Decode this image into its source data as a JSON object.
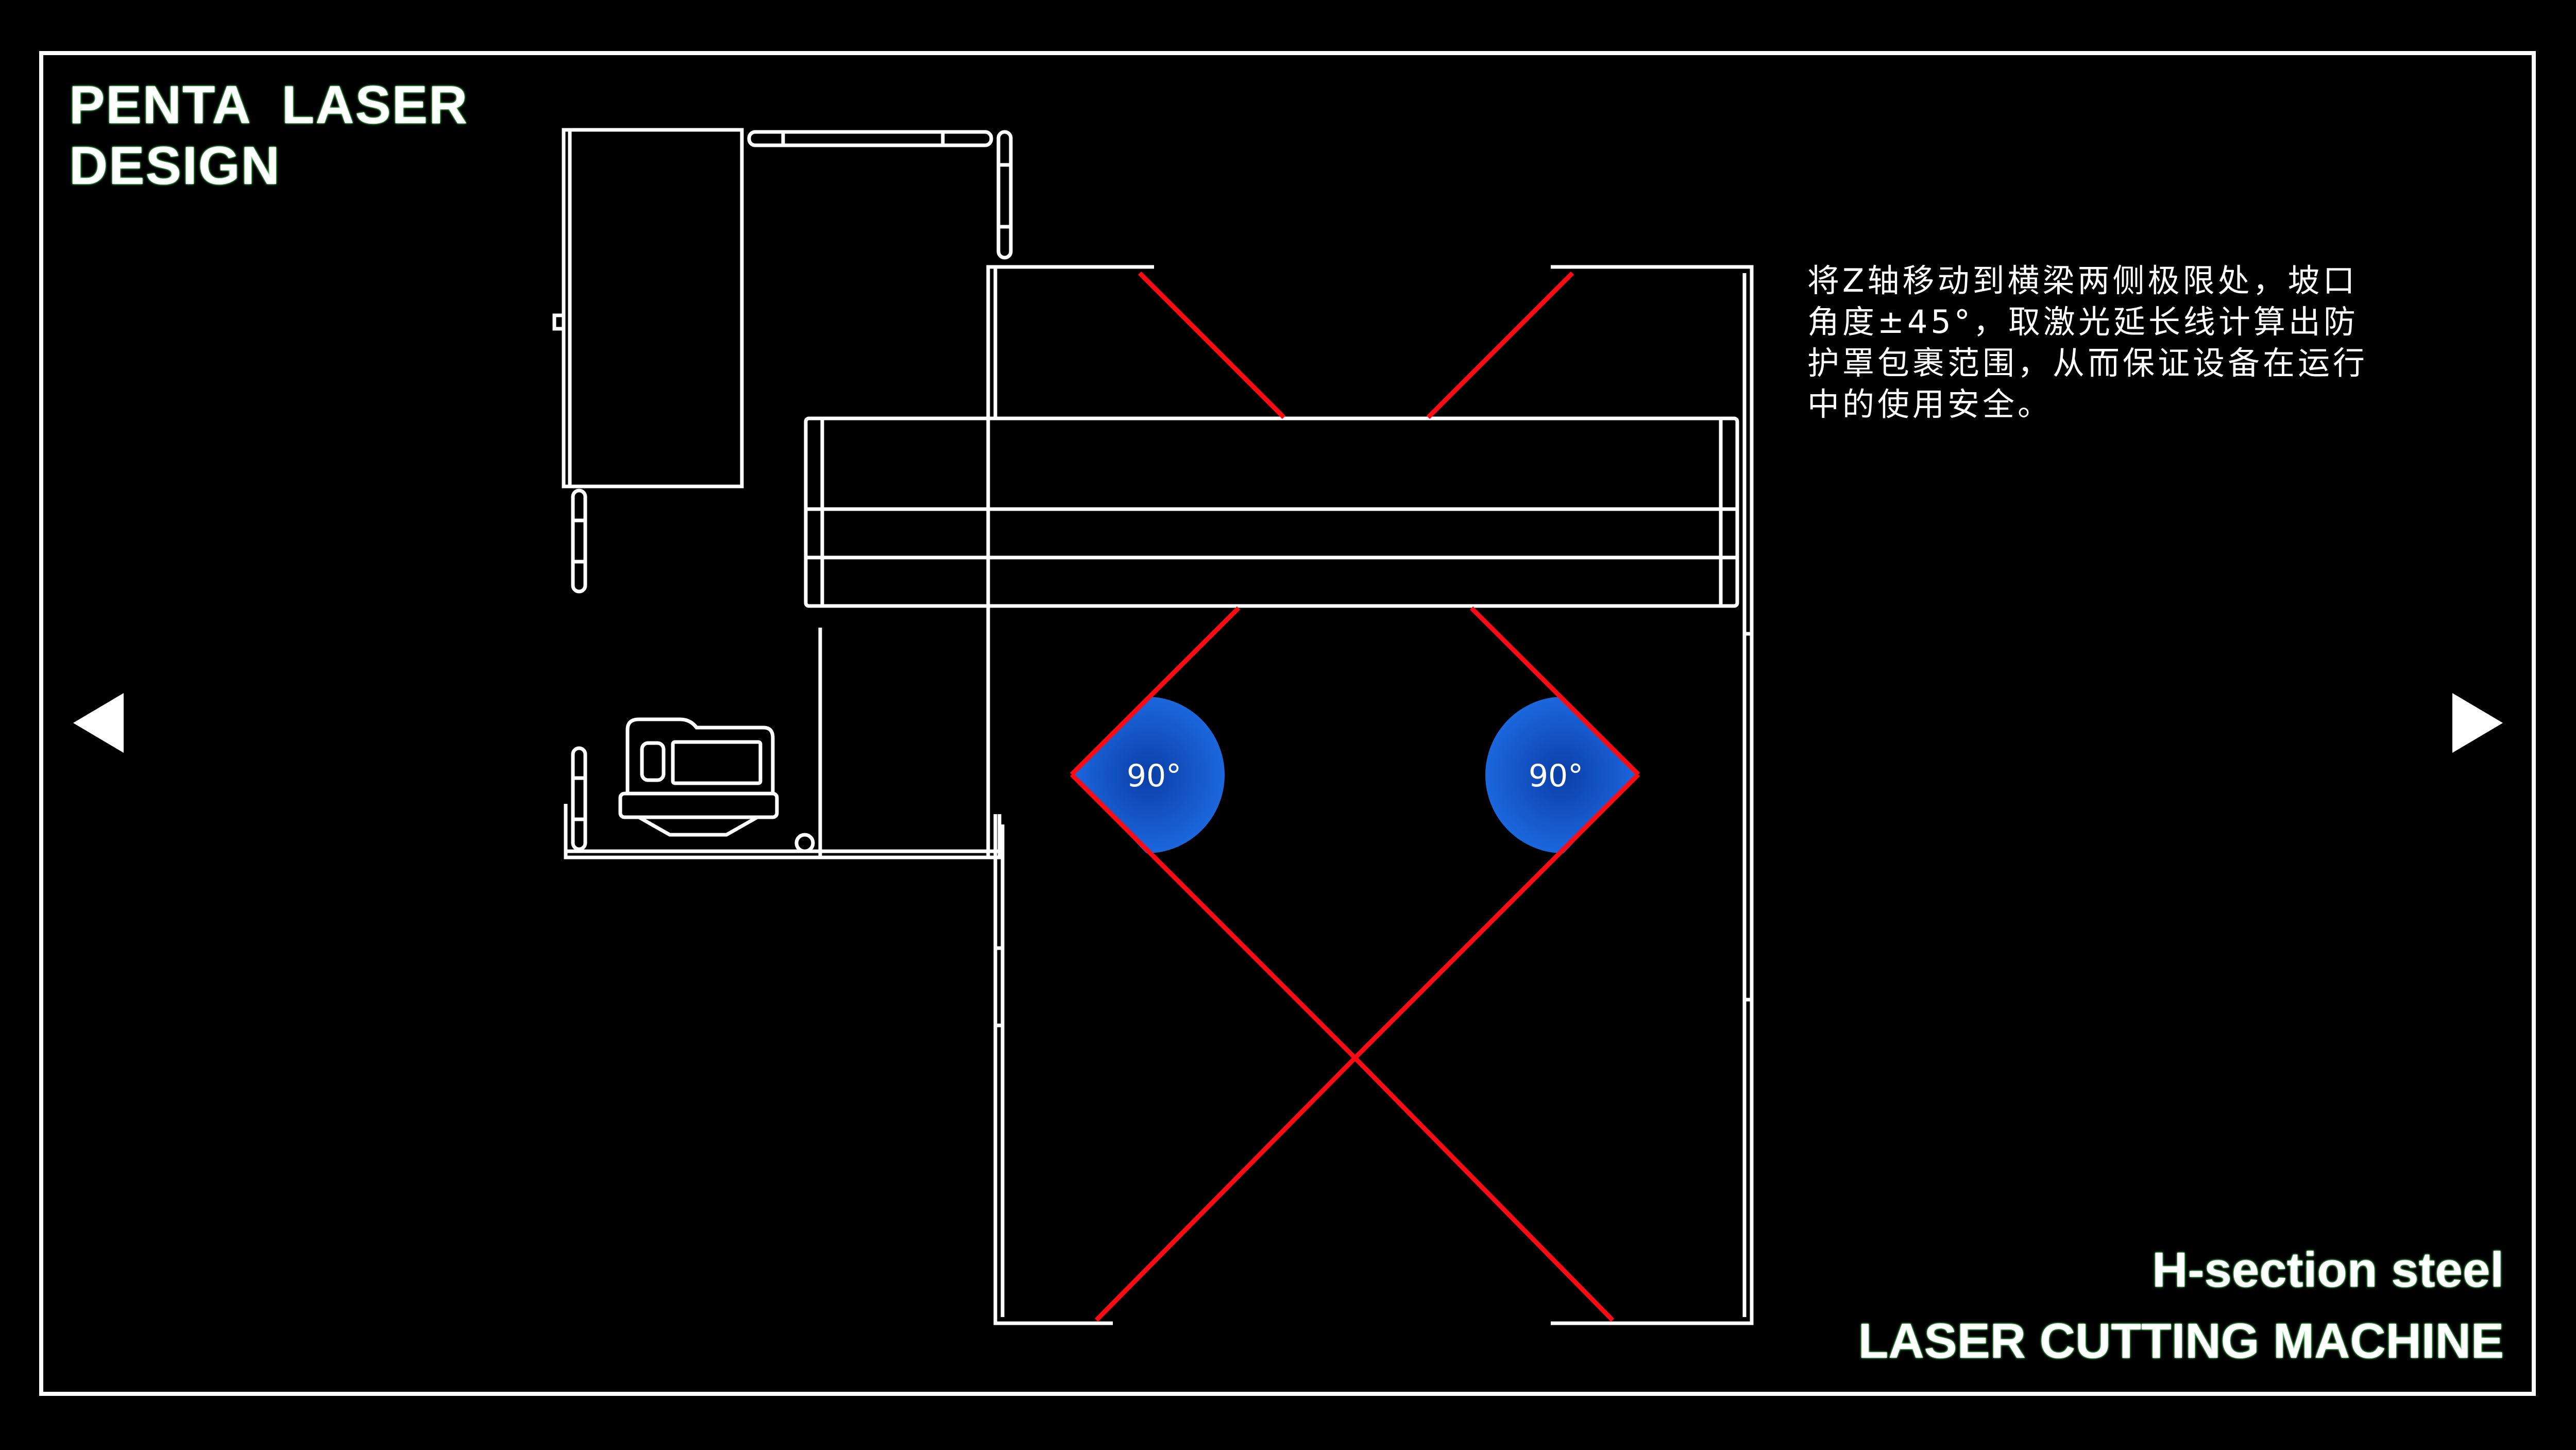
{
  "brand": {
    "line1": "PENTA  LASER",
    "line2": "DESIGN"
  },
  "description": "将Z轴移动到横梁两侧极限处，坡口角度±45°，取激光延长线计算出防护罩包裹范围，从而保证设备在运行中的使用安全。",
  "caption": {
    "line1": "H-section steel",
    "line2": "LASER CUTTING MACHINE"
  },
  "angles": {
    "left": "90°",
    "right": "90°"
  },
  "navigation": {
    "prev_icon": "left-triangle-arrow",
    "next_icon": "right-triangle-arrow"
  },
  "colors": {
    "background": "#000000",
    "line": "#ffffff",
    "laser": "#ff0a14",
    "angle_fill": "#1a66e0",
    "title_glow": "#7dff8c"
  }
}
